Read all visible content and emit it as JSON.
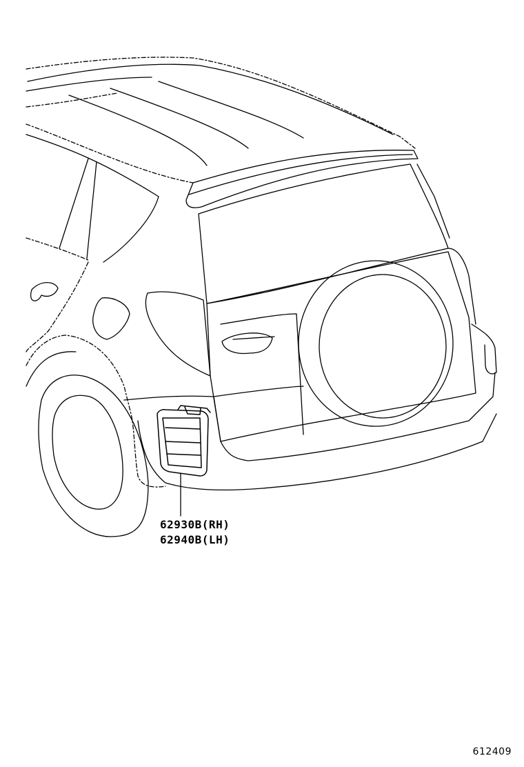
{
  "diagram": {
    "part_labels": [
      {
        "text": "62930B(RH)"
      },
      {
        "text": "62940B(LH)"
      }
    ],
    "figure_id": "612409"
  }
}
